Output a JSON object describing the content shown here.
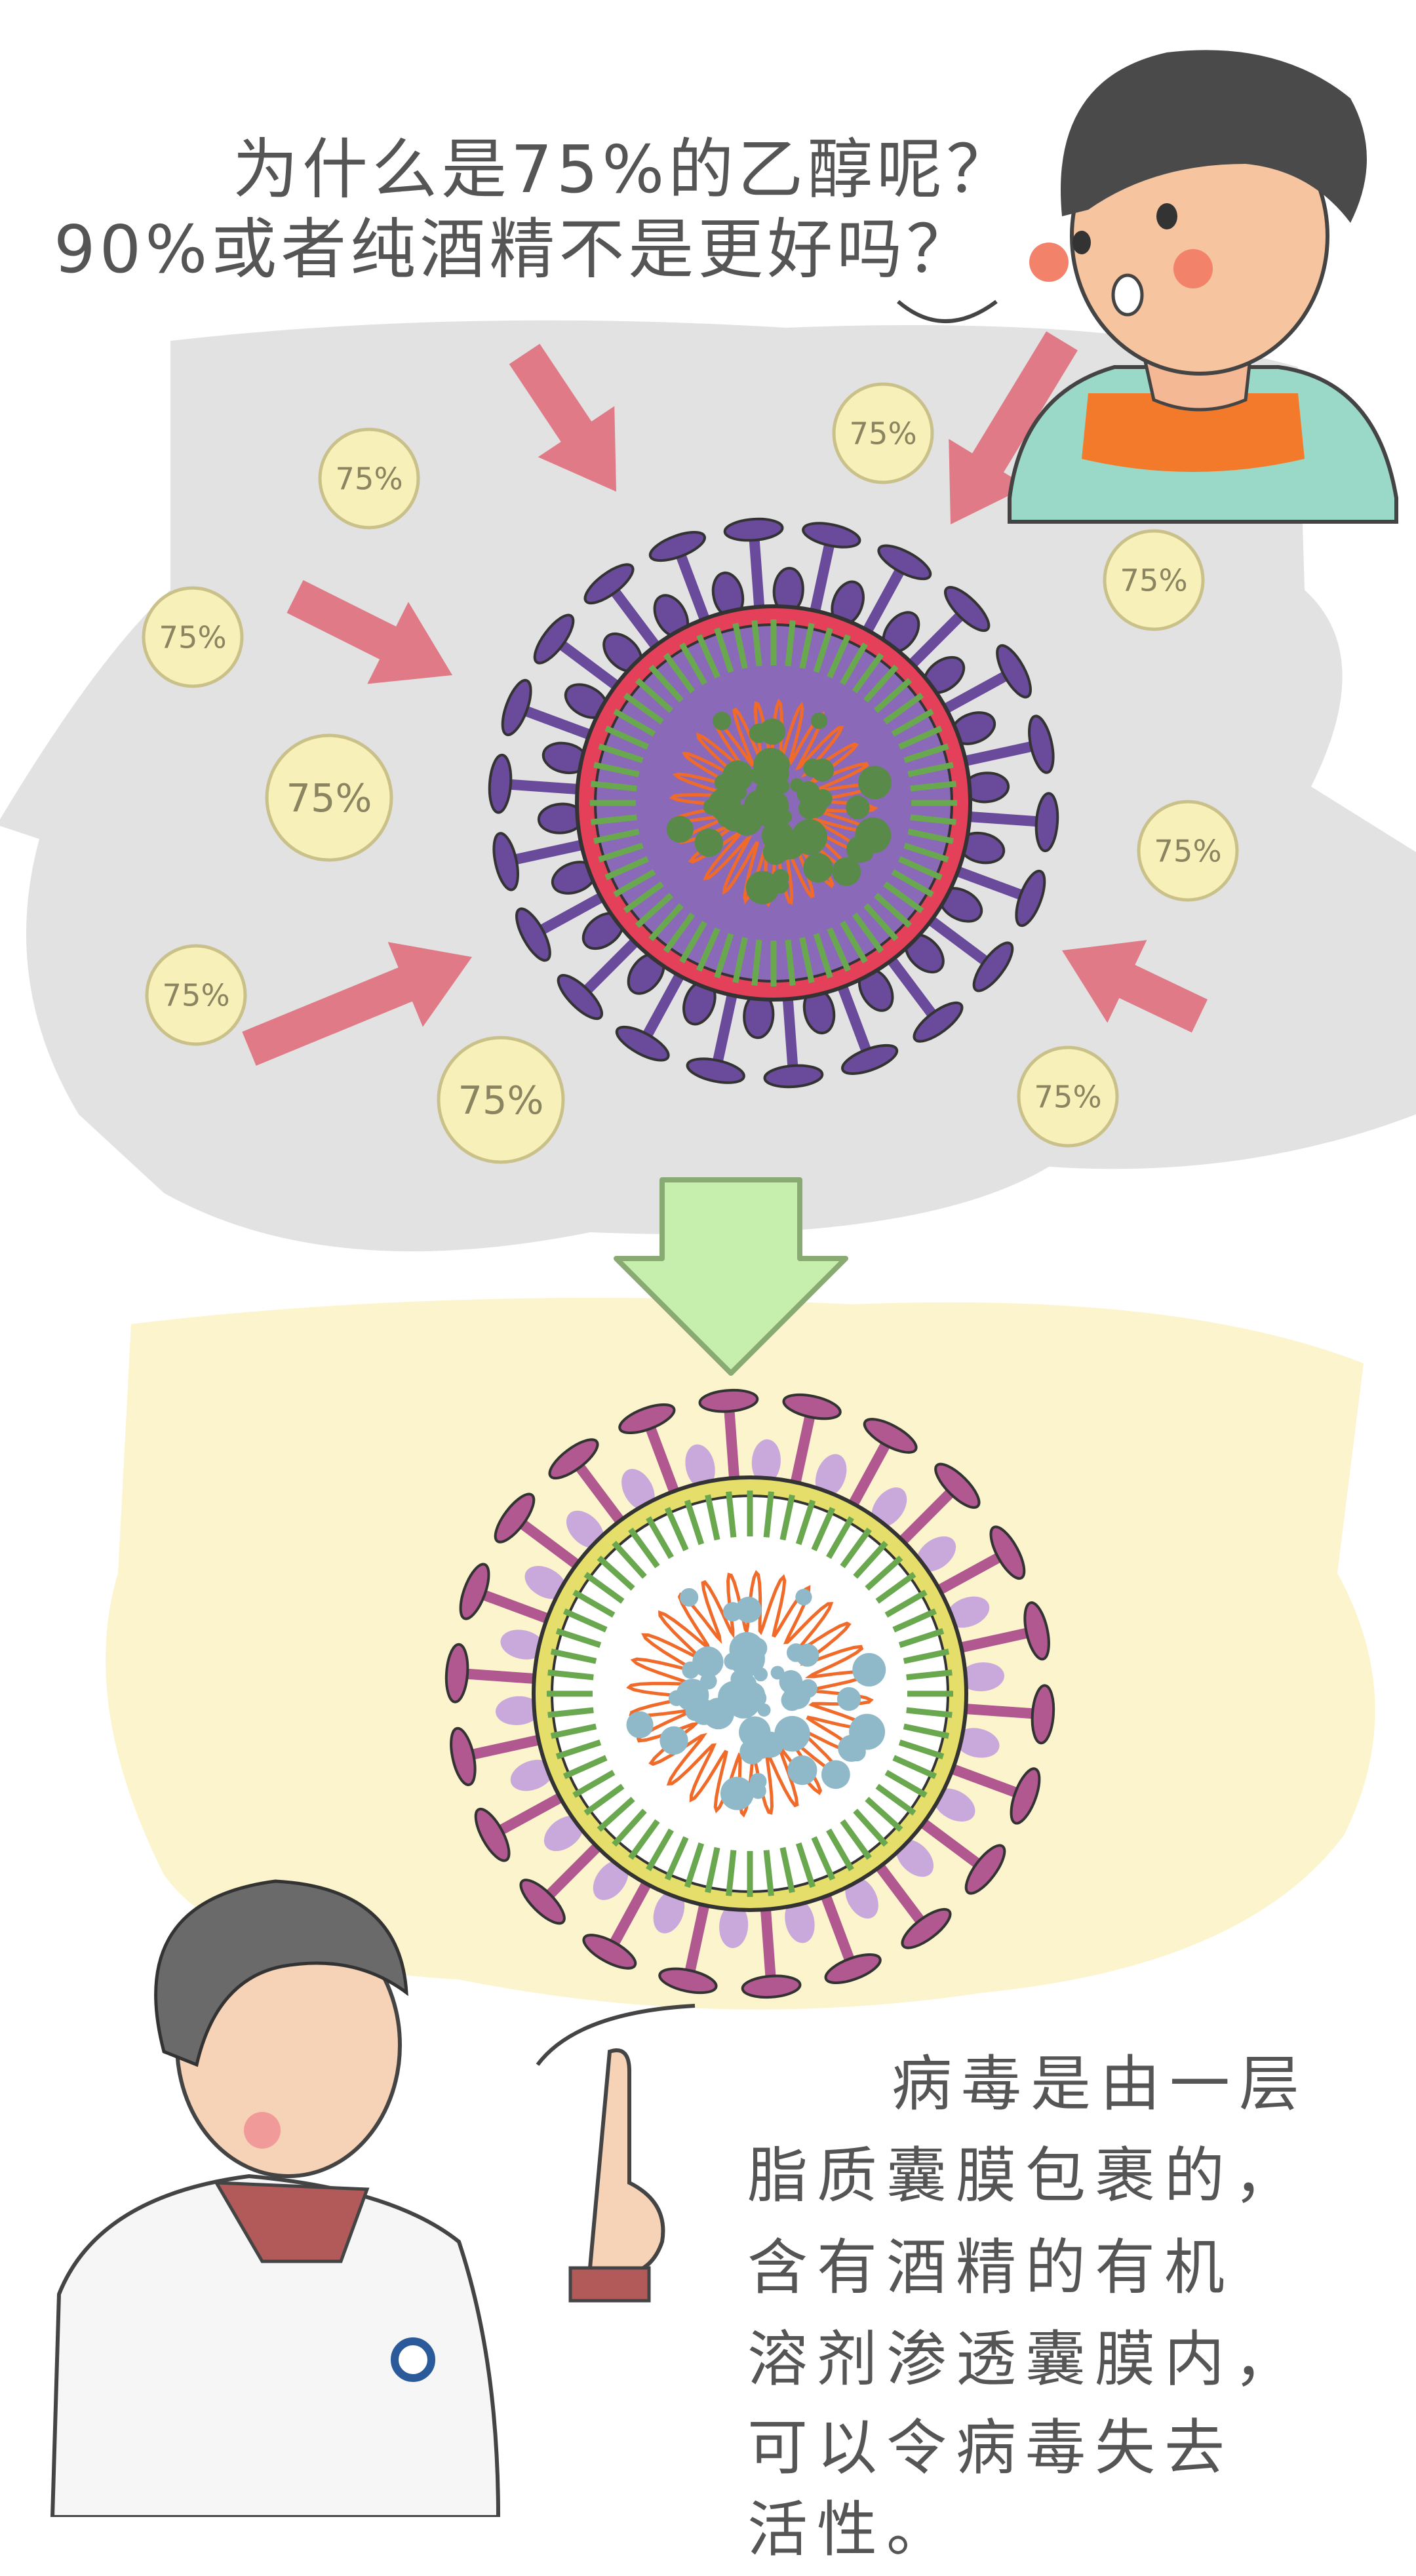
{
  "question": {
    "lines": [
      "为什么是75%的乙醇呢？",
      "90%或者纯酒精不是更好吗？"
    ]
  },
  "coin_label": "75%",
  "answer": {
    "lines": [
      "病毒是由一层",
      "脂质囊膜包裹的，",
      "含有酒精的有机",
      "溶剂渗透囊膜内，",
      "可以令病毒失去",
      "活性。"
    ]
  },
  "colors": {
    "text": "#555555",
    "gray_bg": "#e2e2e2",
    "yellow_bg": "#fbf4cc",
    "arrow_pink": "#e07a86",
    "arrow_green": "#c6efae",
    "coin": "#f7f0b8",
    "virus_purple": "#6a4a9a",
    "virus_pink": "#b0588f",
    "membrane_red": "#e4405a",
    "membrane_yellow": "#e6de6a",
    "green": "#6aa84f",
    "orange": "#f06a2a",
    "blue_dot": "#8fb8c8"
  }
}
